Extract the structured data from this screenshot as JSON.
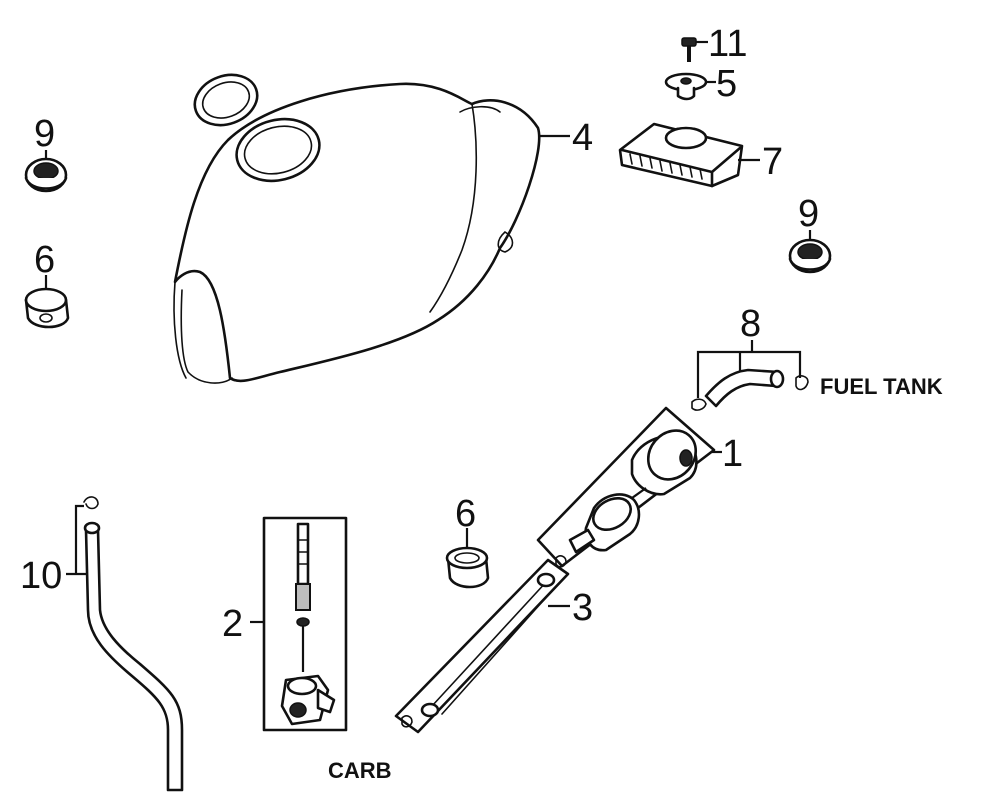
{
  "callouts": [
    {
      "id": "11",
      "label": "11"
    },
    {
      "id": "5",
      "label": "5"
    },
    {
      "id": "4",
      "label": "4"
    },
    {
      "id": "7",
      "label": "7"
    },
    {
      "id": "9a",
      "label": "9"
    },
    {
      "id": "9b",
      "label": "9"
    },
    {
      "id": "6a",
      "label": "6"
    },
    {
      "id": "6b",
      "label": "6"
    },
    {
      "id": "8",
      "label": "8"
    },
    {
      "id": "1",
      "label": "1"
    },
    {
      "id": "10",
      "label": "10"
    },
    {
      "id": "2",
      "label": "2"
    },
    {
      "id": "3",
      "label": "3"
    }
  ],
  "annotations": {
    "fuel_tank": "FUEL TANK",
    "carb": "CARB"
  }
}
